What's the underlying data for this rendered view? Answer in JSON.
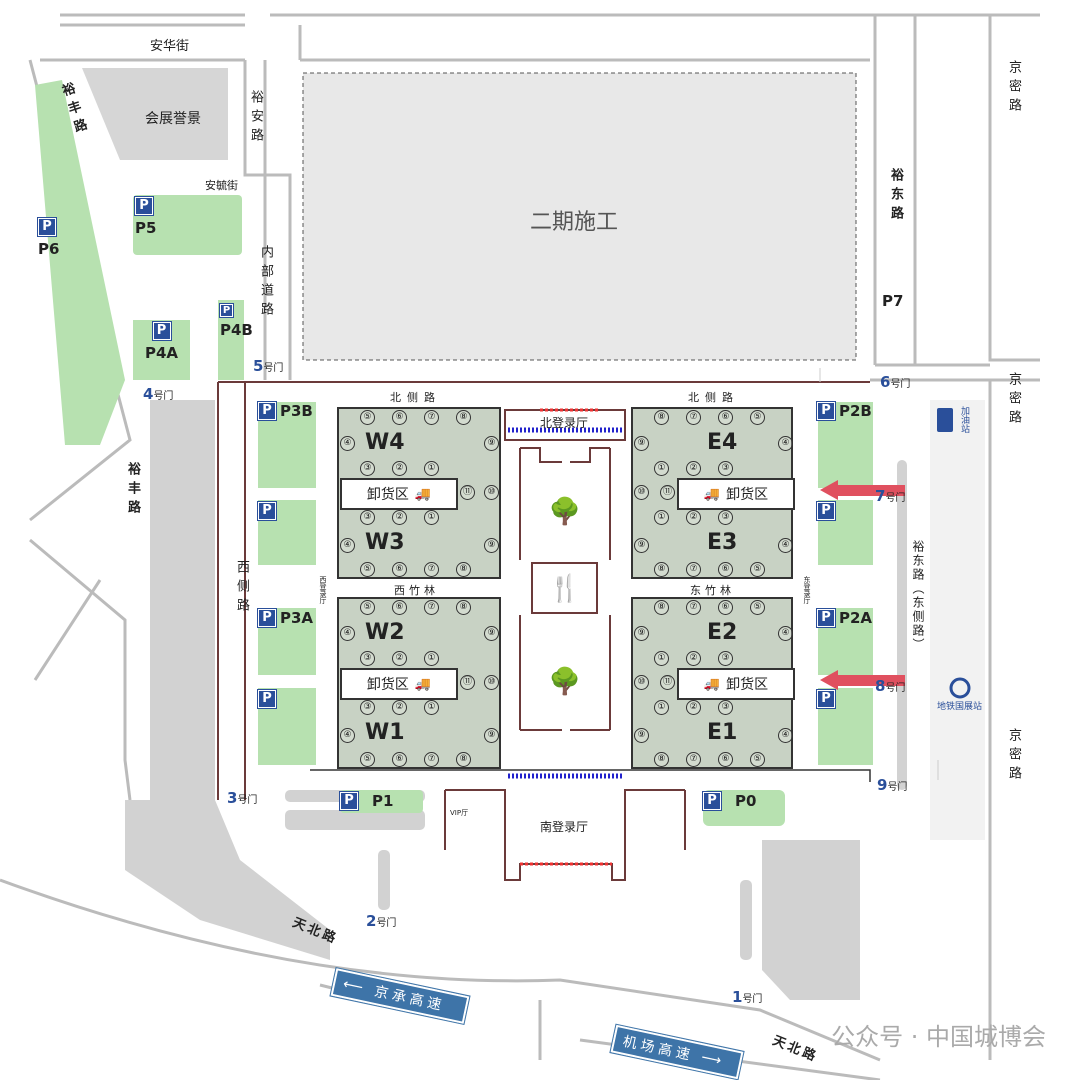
{
  "roads": {
    "anhua": "安华街",
    "yuan": "裕安路",
    "anyu": "安毓街",
    "neibu": "内部道路",
    "yufeng_top": "裕丰路",
    "yufeng": "裕丰路",
    "xice": "西侧路",
    "beice_w": "北侧路",
    "beice_e": "北侧路",
    "yudong": "裕东路",
    "jingmi_1": "京密路",
    "jingmi_2": "京密路",
    "jingmi_3": "京密路",
    "yudong_side": "裕东路（东侧路）",
    "tianbei_1": "天北路",
    "tianbei_2": "天北路"
  },
  "places": {
    "huizhan": "会展誉景",
    "phase2": "二期施工",
    "north_hall": "北登录厅",
    "south_hall": "南登录厅",
    "east_hall": "东登录厅",
    "west_hall": "西登录厅",
    "xizhulin": "西竹林",
    "dongzhulin": "东竹林",
    "gas": "加油站",
    "metro": "地铁国展站",
    "vip": "VIP厅"
  },
  "parking": {
    "p6": "P6",
    "p5": "P5",
    "p4a": "P4A",
    "p4b": "P4B",
    "p7": "P7",
    "p3b": "P3B",
    "p3a": "P3A",
    "p2b": "P2B",
    "p2a": "P2A",
    "p1": "P1",
    "p0": "P0",
    "icon": "P"
  },
  "halls": [
    {
      "id": "W4",
      "unload": "卸货区"
    },
    {
      "id": "W3"
    },
    {
      "id": "W2",
      "unload": "卸货区"
    },
    {
      "id": "W1"
    },
    {
      "id": "E4",
      "unload": "卸货区"
    },
    {
      "id": "E3"
    },
    {
      "id": "E2",
      "unload": "卸货区"
    },
    {
      "id": "E1"
    }
  ],
  "gates": [
    {
      "n": "1",
      "t": "号门"
    },
    {
      "n": "2",
      "t": "号门"
    },
    {
      "n": "3",
      "t": "号门"
    },
    {
      "n": "4",
      "t": "号门"
    },
    {
      "n": "5",
      "t": "号门"
    },
    {
      "n": "6",
      "t": "号门"
    },
    {
      "n": "7",
      "t": "号门"
    },
    {
      "n": "8",
      "t": "号门"
    },
    {
      "n": "9",
      "t": "号门"
    }
  ],
  "highways": {
    "jingcheng": "京承高速",
    "jichang": "机场高速"
  },
  "watermark": "公众号 · 中国城博会",
  "colors": {
    "park": "#b7e1b0",
    "hall": "#c8d2c4",
    "gray": "#d0d0d0",
    "blue": "#2a4f9a",
    "wall": "#6b3a3a"
  }
}
